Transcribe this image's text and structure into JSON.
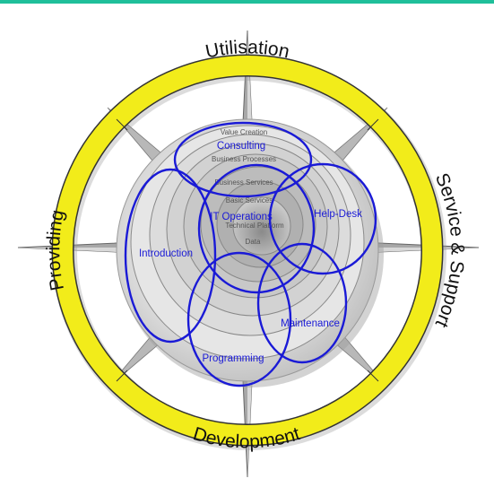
{
  "ring": {
    "top": "Utilisation",
    "right": "Service & Support",
    "bottom": "Development",
    "left": "Providing"
  },
  "circles": [
    {
      "id": "consulting",
      "label": "Consulting"
    },
    {
      "id": "it-operations",
      "label": "IT Operations"
    },
    {
      "id": "help-desk",
      "label": "Help-Desk"
    },
    {
      "id": "introduction",
      "label": "Introduction"
    },
    {
      "id": "maintenance",
      "label": "Maintenance"
    },
    {
      "id": "programming",
      "label": "Programming"
    }
  ],
  "layers": [
    "Value Creation",
    "Business Processes",
    "Business Services",
    "Basic Services",
    "Technical Platform",
    "Data"
  ],
  "colors": {
    "ring": "#f2ec1a",
    "circle_stroke": "#1a1ad6",
    "accent_bar": "#1fbf9a"
  }
}
